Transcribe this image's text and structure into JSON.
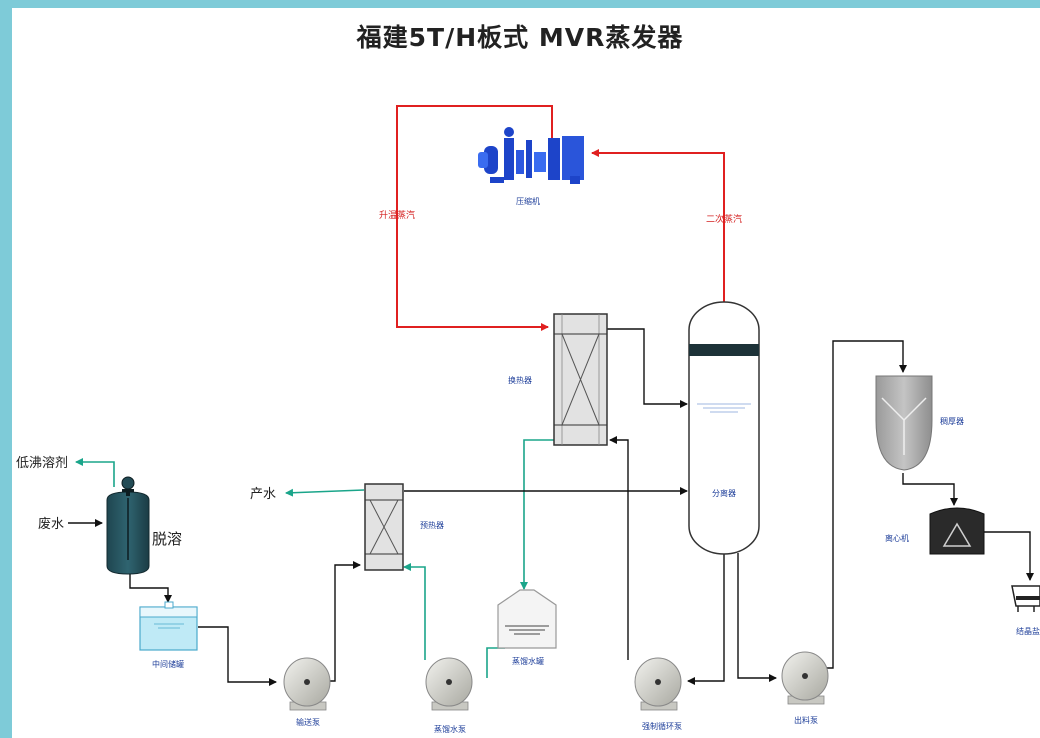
{
  "title": "福建5T/H板式 MVR蒸发器",
  "labels": {
    "compressor": "压缩机",
    "heated_steam": "升温蒸汽",
    "secondary_steam": "二次蒸汽",
    "heat_exchanger": "换热器",
    "separator": "分离器",
    "thickener": "稠厚器",
    "centrifuge": "离心机",
    "crystal": "结晶盐",
    "low_boiling_solvent": "低沸溶剂",
    "waste_water": "废水",
    "desolvation": "脱溶",
    "product_water": "产水",
    "preheater": "预热器",
    "intermediate_tank": "中间储罐",
    "feed_pump": "输送泵",
    "distilled_water_pump": "蒸馏水泵",
    "distilled_water_tank": "蒸馏水罐",
    "forced_circulation_pump": "强制循环泵",
    "discharge_pump": "出料泵"
  },
  "colors": {
    "steam_line": "#e02020",
    "water_line": "#1aa58a",
    "process_line": "#111111",
    "compressor": "#1d44c9",
    "label_blue": "#1f3f9a",
    "label_red": "#d42020",
    "frame": "#7ecbd8"
  }
}
